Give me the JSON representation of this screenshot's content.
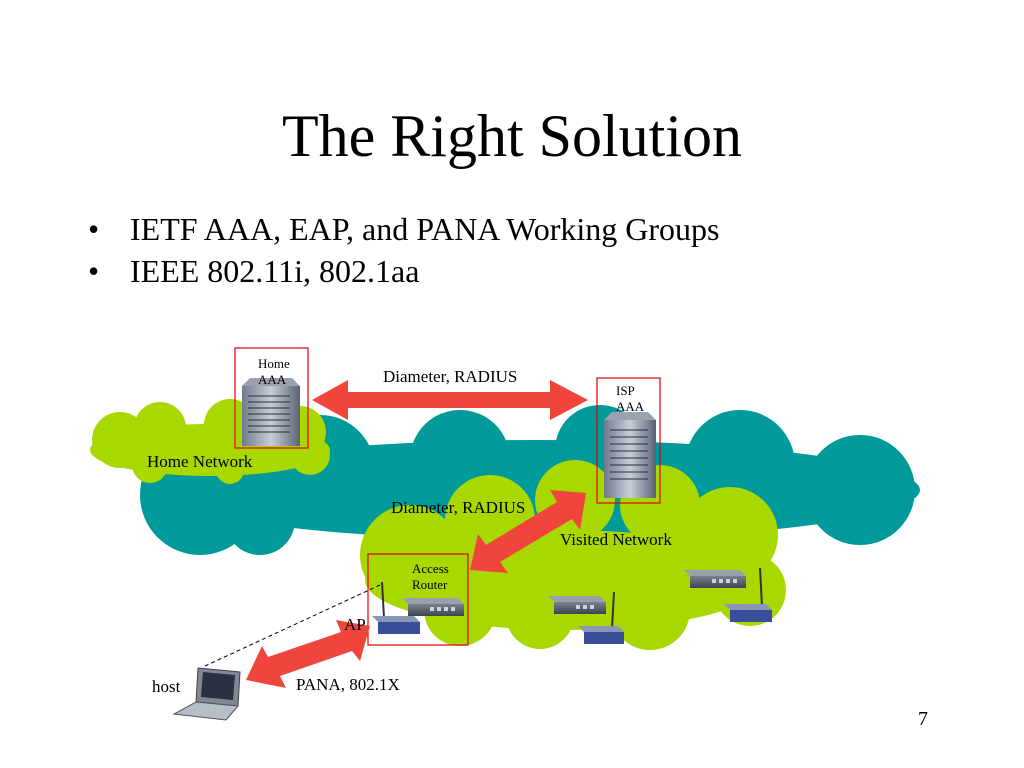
{
  "slide": {
    "title": "The Right Solution",
    "bullets": [
      "IETF AAA, EAP, and PANA Working Groups",
      "IEEE 802.11i, 802.1aa"
    ],
    "bullet_glyph": "•",
    "page_number": "7"
  },
  "diagram": {
    "home_aaa_line1": "Home",
    "home_aaa_line2": "AAA",
    "isp_aaa_line1": "ISP",
    "isp_aaa_line2": "AAA",
    "home_network": "Home Network",
    "visited_network": "Visited Network",
    "diameter_top": "Diameter, RADIUS",
    "diameter_mid": "Diameter, RADIUS",
    "access_router_line1": "Access",
    "access_router_line2": "Router",
    "ap": "AP",
    "host": "host",
    "pana": "PANA, 802.1X",
    "icons": [
      "server-icon",
      "router-icon",
      "wireless-ap-icon",
      "laptop-icon"
    ],
    "colors": {
      "home_cloud": "#a8d800",
      "visited_cloud": "#a8d800",
      "backbone_cloud": "#009a9a",
      "arrow": "#f0453c",
      "highlight_box": "#e00000"
    }
  }
}
